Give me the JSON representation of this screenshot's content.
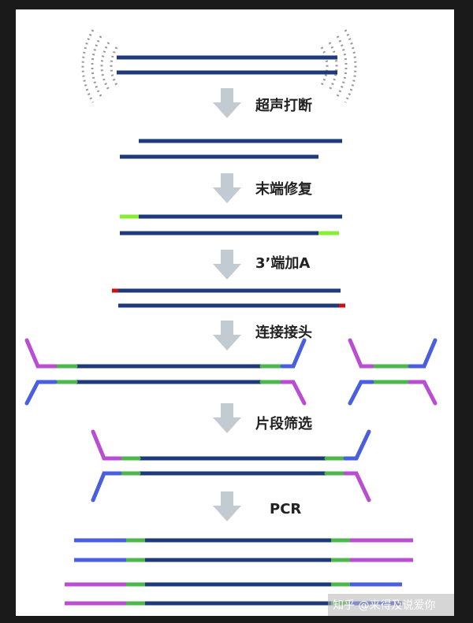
{
  "steps": [
    {
      "label": "超声打断"
    },
    {
      "label": "末端修复"
    },
    {
      "label": "3’端加A"
    },
    {
      "label": "连接接头"
    },
    {
      "label": "片段筛选"
    },
    {
      "label": "PCR"
    }
  ],
  "watermark": {
    "text": "知乎 @来得及说爱你"
  },
  "colors": {
    "dna_strand": "#1f3a7a",
    "repair_end": "#88ee33",
    "a_tail": "#cc1111",
    "adapter_purple": "#b94fd0",
    "adapter_blue": "#4a5ee0",
    "adapter_green": "#4cb84c",
    "arrow": "#c3cbd2",
    "sound_wave": "#999999"
  },
  "icons": {
    "step_arrow": "down-arrow-icon",
    "ultrasound": "sound-wave-icon"
  }
}
